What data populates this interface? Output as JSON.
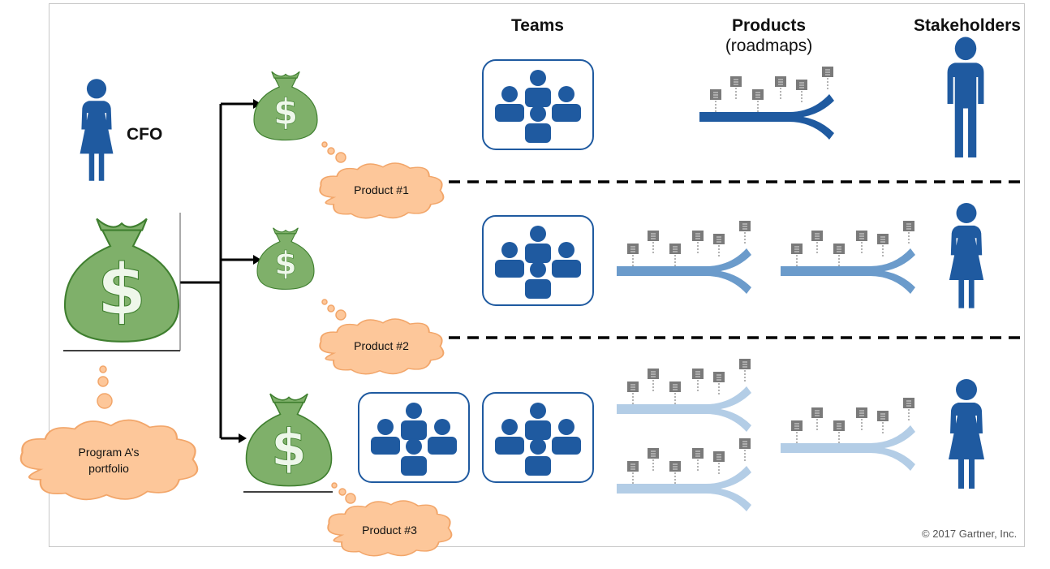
{
  "headers": {
    "teams": "Teams",
    "products": "Products",
    "products_sub": "(roadmaps)",
    "stakeholders": "Stakeholders"
  },
  "cfo_label": "CFO",
  "clouds": {
    "product1": "Product #1",
    "product2": "Product #2",
    "product3": "Product #3",
    "portfolio_line1": "Program A’s",
    "portfolio_line2": "portfolio"
  },
  "copyright": "© 2017 Gartner, Inc.",
  "colors": {
    "money_green": "#7fb06a",
    "money_dark": "#3f7f2f",
    "people_blue": "#1f5aa0",
    "road_dark": "#1f5aa0",
    "road_mid": "#6b9bcb",
    "road_light": "#b3cde6",
    "cloud_fill": "#fdc79a",
    "cloud_stroke": "#f2a66a",
    "flag_gray": "#7a7a7a"
  }
}
